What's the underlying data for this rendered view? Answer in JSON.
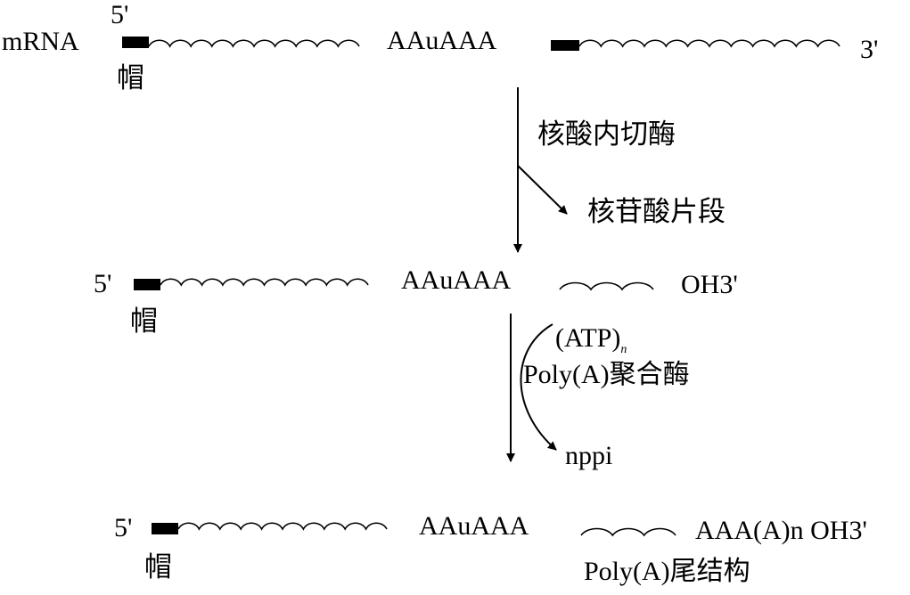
{
  "colors": {
    "ink": "#000000",
    "background": "#ffffff"
  },
  "row1": {
    "mrna_label": "mRNA",
    "five_prime": "5'",
    "cap_label": "帽",
    "signal": "AAuAAA",
    "three_prime": "3'"
  },
  "step1": {
    "enzyme": "核酸内切酶",
    "product": "核苷酸片段"
  },
  "row2": {
    "five_prime": "5'",
    "cap_label": "帽",
    "signal": "AAuAAA",
    "end_label": "OH3'"
  },
  "step2": {
    "substrate": "(ATP)",
    "substrate_subscript": "n",
    "enzyme": "Poly(A)聚合酶",
    "product": "nppi"
  },
  "row3": {
    "five_prime": "5'",
    "cap_label": "帽",
    "signal": "AAuAAA",
    "tail_label": "AAA(A)n OH3'",
    "tail_caption": "Poly(A)尾结构"
  }
}
